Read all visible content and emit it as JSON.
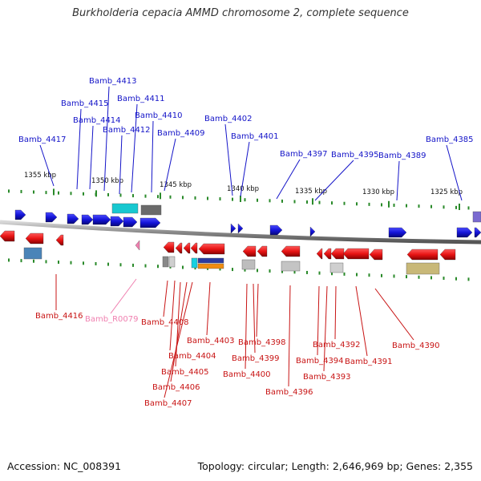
{
  "title": "Burkholderia cepacia AMMD chromosome 2, complete sequence",
  "accession_text": "Accession: NC_008391",
  "summary_text": "Topology: circular; Length: 2,646,969 bp; Genes: 2,355",
  "colors": {
    "forward": "#1414d8",
    "reverse": "#e81414",
    "pseudo": "#f080b0",
    "backbone": "#8a8a8a",
    "ticks": "#2a8a2a"
  },
  "scale_labels": [
    "1355 kbp",
    "1350 kbp",
    "1345 kbp",
    "1340 kbp",
    "1335 kbp",
    "1330 kbp",
    "1325 kbp"
  ],
  "top_labels": [
    "Bamb_4413",
    "Bamb_4415",
    "Bamb_4411",
    "Bamb_4414",
    "Bamb_4410",
    "Bamb_4412",
    "Bamb_4417",
    "Bamb_4409",
    "Bamb_4402",
    "Bamb_4401",
    "Bamb_4397",
    "Bamb_4395",
    "Bamb_4389",
    "Bamb_4385"
  ],
  "bottom_labels": [
    "Bamb_4416",
    "Bamb_R0079",
    "Bamb_4408",
    "Bamb_4403",
    "Bamb_4404",
    "Bamb_4405",
    "Bamb_4406",
    "Bamb_4407",
    "Bamb_4398",
    "Bamb_4399",
    "Bamb_4400",
    "Bamb_4396",
    "Bamb_4392",
    "Bamb_4394",
    "Bamb_4393",
    "Bamb_4391",
    "Bamb_4390"
  ]
}
